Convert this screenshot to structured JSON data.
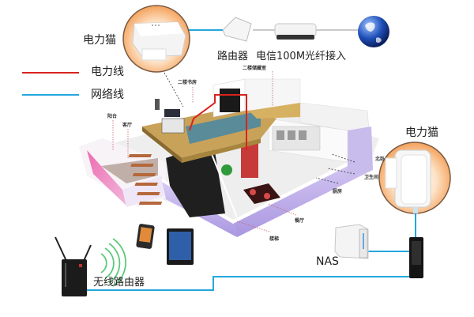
{
  "diagram": {
    "type": "powerline-home-network",
    "legend": [
      {
        "label": "电力线",
        "color": "#d9231f"
      },
      {
        "label": "网络线",
        "color": "#23a7de"
      }
    ],
    "devices": {
      "powerline_adapter_top": "电力猫",
      "router": "路由器",
      "fiber": "电信100M光纤接入",
      "powerline_adapter_right": "电力猫",
      "nas": "NAS",
      "wireless_router": "无线路由器"
    },
    "rooms": {
      "balcony": "阳台",
      "living_room": "客厅",
      "study_2f": "二楼书房",
      "storage_2f": "二楼储藏室",
      "north_bedroom": "北卧",
      "bathroom": "卫生间",
      "kitchen": "厨房",
      "dining_room": "餐厅",
      "stairs": "楼梯"
    },
    "colors": {
      "power_line": "#d9231f",
      "network_line": "#23a7de",
      "wifi": "#5cc97a",
      "adapter_glow": "#f7a865",
      "wall_purple": "#b9a9e6",
      "wall_pink": "#e0509c",
      "floor_wood": "#c9a25a"
    }
  }
}
